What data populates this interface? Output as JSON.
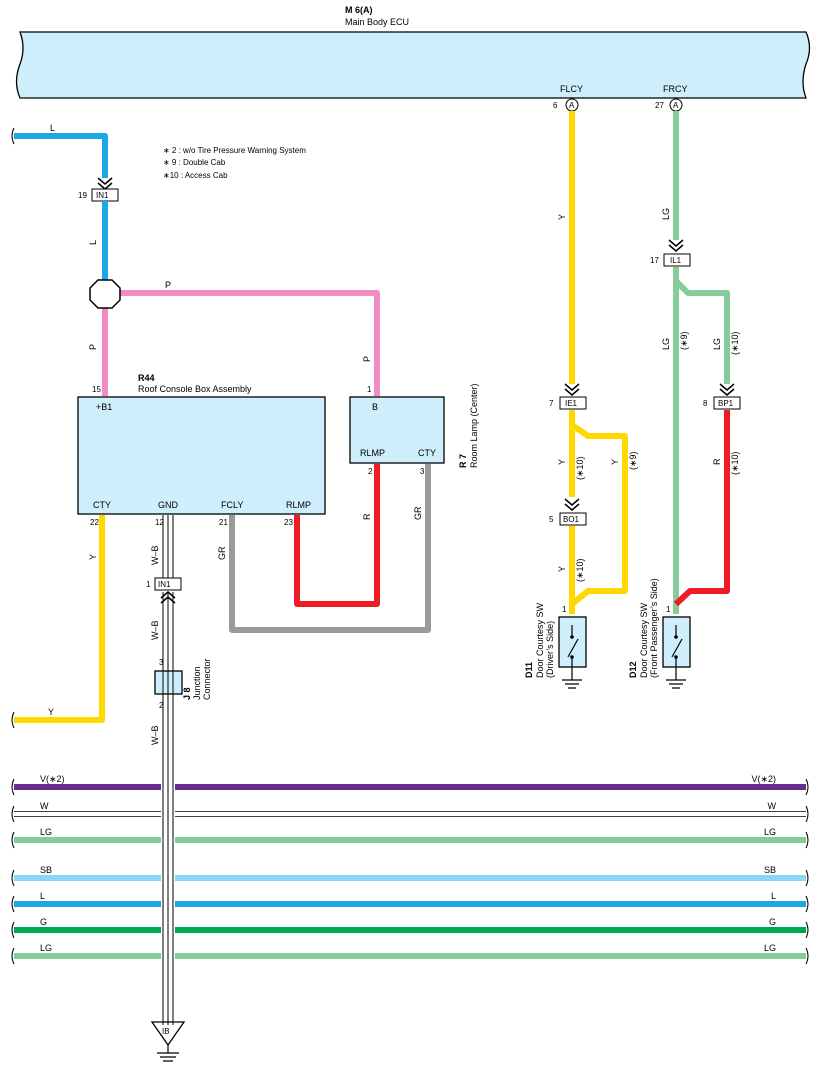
{
  "colors": {
    "blue": "#1aa8e8",
    "yellow": "#ffd800",
    "pink": "#f08cc3",
    "red": "#ee1c25",
    "gray": "#9a9a9a",
    "lightgreen": "#86cc9a",
    "purple": "#6a2c8e",
    "skyblue": "#8ad6f5",
    "green": "#00a651",
    "box_fill": "#cdeefa"
  },
  "ecu": {
    "code": "M 6(A)",
    "name": "Main Body ECU",
    "pin_flcy": "FLCY",
    "pin_frcy": "FRCY",
    "num_flcy": "6",
    "num_frcy": "27",
    "conn_letter": "A"
  },
  "notes": [
    "∗ 2 : w/o Tire Pressure Warning System",
    "∗ 9 : Double Cab",
    "∗10 : Access Cab"
  ],
  "wires": {
    "L": "L",
    "Y": "Y",
    "P": "P",
    "R": "R",
    "GR": "GR",
    "LG": "LG",
    "WB": "W–B"
  },
  "r44": {
    "code": "R44",
    "name": "Roof Console Box Assembly",
    "b1": "+B1",
    "cty": "CTY",
    "gnd": "GND",
    "fcly": "FCLY",
    "rlmp": "RLMP",
    "n15": "15",
    "n22": "22",
    "n12": "12",
    "n21": "21",
    "n23": "23"
  },
  "r7": {
    "code": "R 7",
    "name": "Room Lamp (Center)",
    "b": "B",
    "rlmp": "RLMP",
    "cty": "CTY",
    "n1": "1",
    "n2": "2",
    "n3": "3"
  },
  "connectors": {
    "in1": "IN1",
    "in1_top_num": "19",
    "in1_bot_num": "1",
    "ie1": "IE1",
    "ie1_num": "7",
    "bo1": "BO1",
    "bo1_num": "5",
    "il1": "IL1",
    "il1_num": "17",
    "bp1": "BP1",
    "bp1_num": "8"
  },
  "j8": {
    "code": "J 8",
    "name1": "Junction",
    "name2": "Connector",
    "n3": "3",
    "n2": "2"
  },
  "ground": {
    "code": "IB"
  },
  "d11": {
    "code": "D11",
    "line1": "Door Courtesy SW",
    "line2": "(Driver’s Side)",
    "n1": "1"
  },
  "d12": {
    "code": "D12",
    "line1": "Door Courtesy SW",
    "line2": "(Front Passenger’s Side)",
    "n1": "1"
  },
  "marks": {
    "s9": "(∗9)",
    "s10": "(∗10)"
  },
  "bus": [
    {
      "label": "V(∗2)",
      "color": "#6a2c8e"
    },
    {
      "label": "W",
      "color": "#ffffff"
    },
    {
      "label": "LG",
      "color": "#86cc9a"
    },
    {
      "label": "SB",
      "color": "#8ad6f5"
    },
    {
      "label": "L",
      "color": "#1aa8e8"
    },
    {
      "label": "G",
      "color": "#00a651"
    },
    {
      "label": "LG",
      "color": "#86cc9a"
    }
  ]
}
